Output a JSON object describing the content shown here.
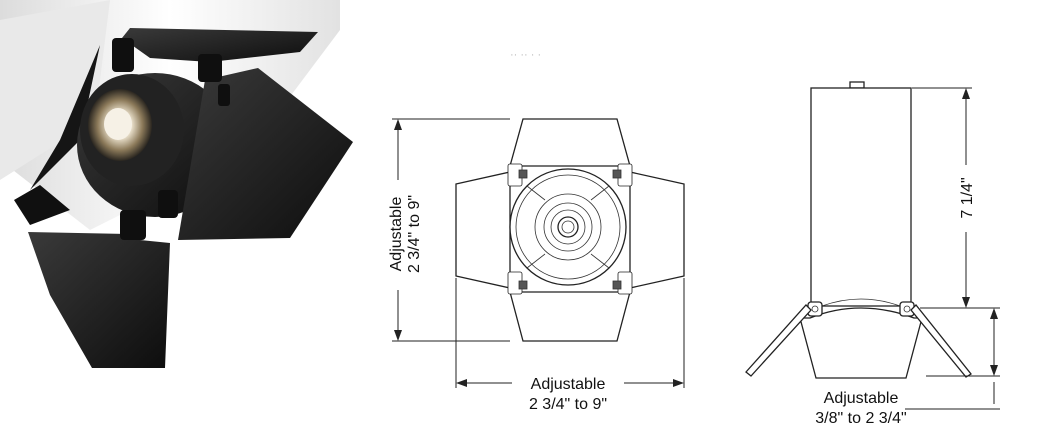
{
  "front_view": {
    "height_label_line1": "Adjustable",
    "height_label_line2": "2 3/4\" to 9\"",
    "width_label_line1": "Adjustable",
    "width_label_line2": "2 3/4\" to 9\""
  },
  "side_view": {
    "body_height_label": "7 1/4\"",
    "door_label_line1": "Adjustable",
    "door_label_line2": "3/8\" to 2 3/4\""
  },
  "colors": {
    "fixture_black": "#1a1a1a",
    "housing_white": "#f4f4f4",
    "line": "#222222"
  }
}
